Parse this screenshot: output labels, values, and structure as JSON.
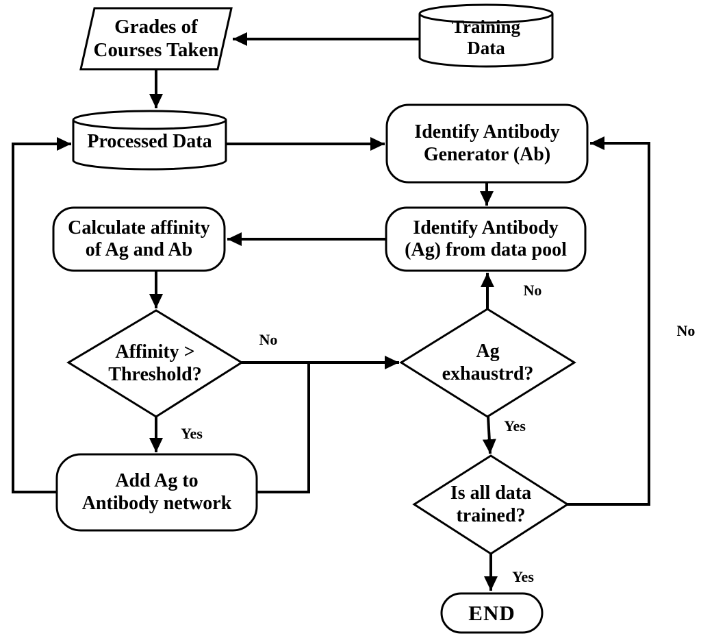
{
  "colors": {
    "ink": "#000000",
    "paper": "#ffffff"
  },
  "nodes": {
    "grades": {
      "shape": "parallelogram",
      "label": "Grades of\nCourses Taken"
    },
    "training_data": {
      "shape": "cylinder",
      "label": "Training\nData"
    },
    "processed_data": {
      "shape": "cylinder",
      "label": "Processed Data"
    },
    "identify_antibody_generator": {
      "shape": "rounded-rect",
      "label": "Identify Antibody\nGenerator (Ab)"
    },
    "identify_antibody_pool": {
      "shape": "rounded-rect",
      "label": "Identify Antibody\n(Ag) from data pool"
    },
    "calculate_affinity": {
      "shape": "rounded-rect",
      "label": "Calculate affinity\nof Ag and Ab"
    },
    "affinity_threshold": {
      "shape": "diamond",
      "label": "Affinity >\nThreshold?"
    },
    "ag_exhausted": {
      "shape": "diamond",
      "label": "Ag\nexhaustrd?"
    },
    "add_ag": {
      "shape": "rounded-rect",
      "label": "Add Ag to\nAntibody network"
    },
    "all_data_trained": {
      "shape": "diamond",
      "label": "Is all data\ntrained?"
    },
    "end": {
      "shape": "stadium",
      "label": "END"
    }
  },
  "edge_labels": {
    "affinity_no": "No",
    "affinity_yes": "Yes",
    "ag_exhausted_no": "No",
    "ag_exhausted_yes": "Yes",
    "all_trained_no": "No",
    "all_trained_yes": "Yes"
  }
}
